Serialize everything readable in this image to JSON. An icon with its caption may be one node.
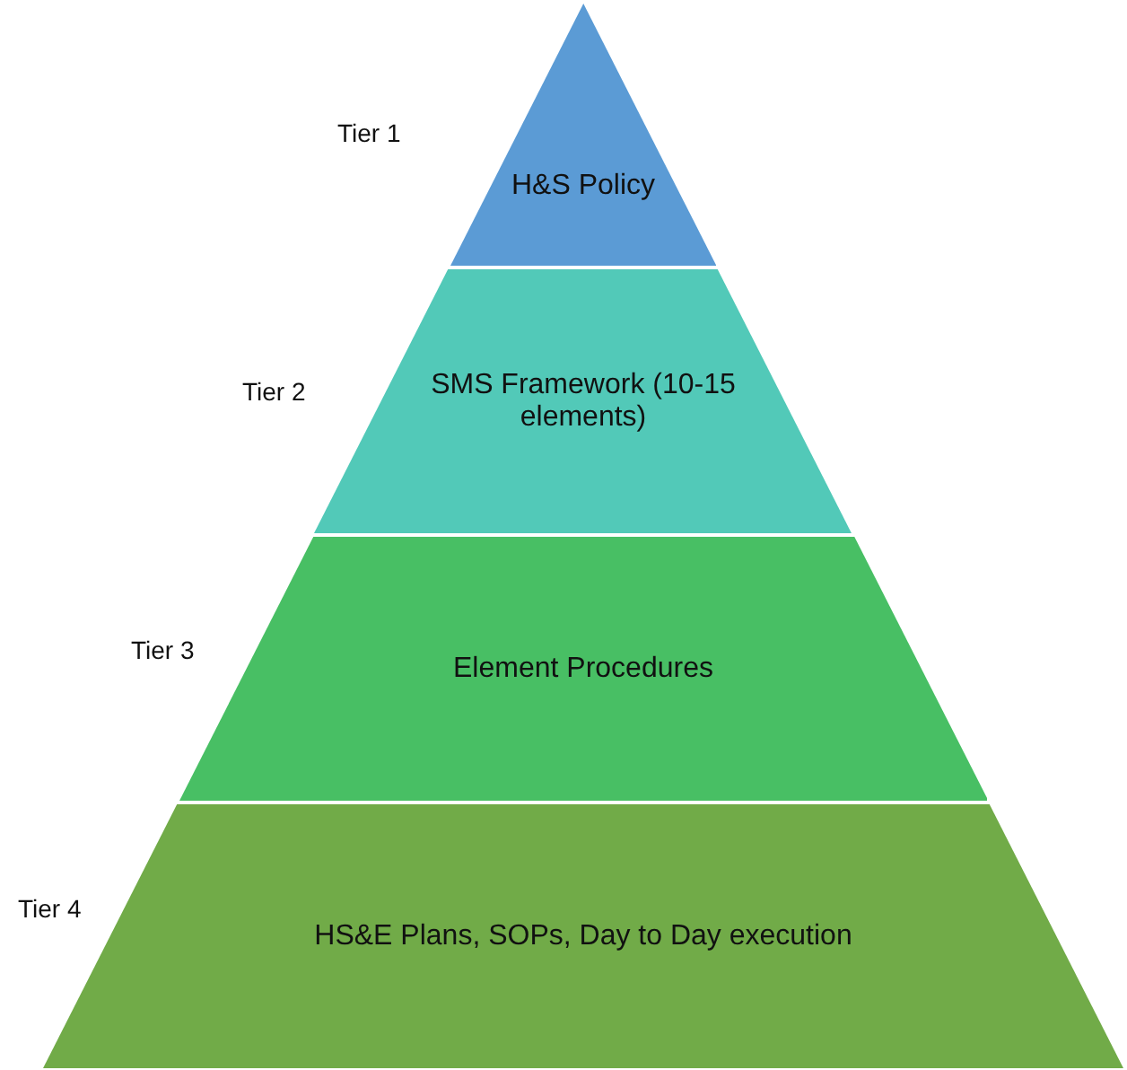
{
  "diagram": {
    "nodes": [
      {
        "text": [
          "H&S Policy"
        ],
        "beside": [
          "Tier 1"
        ]
      },
      {
        "text": [
          "SMS Framework (10-15 elements)"
        ],
        "beside": [
          "Tier 2"
        ]
      },
      {
        "text": [
          "Element Procedures"
        ],
        "beside": [
          "Tier 3"
        ]
      },
      {
        "text": [
          "HS&E Plans, SOPs, Day to Day execution"
        ],
        "beside": [
          "Tier 4"
        ]
      }
    ]
  }
}
